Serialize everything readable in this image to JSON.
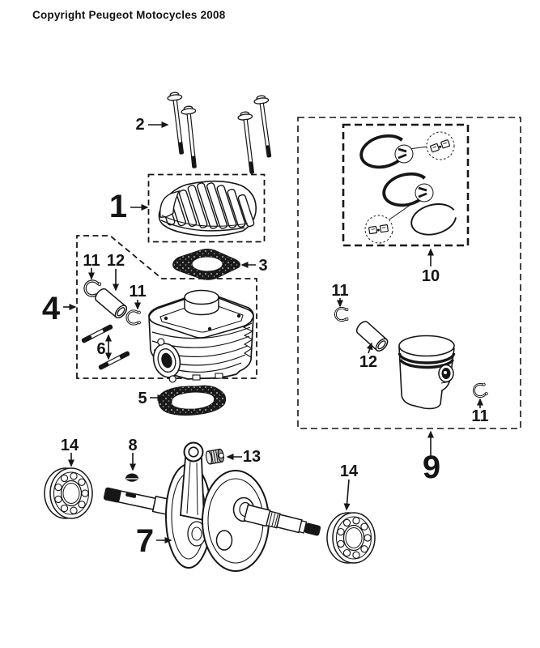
{
  "copyright": "Copyright Peugeot Motocycles 2008",
  "colors": {
    "ink": "#161616",
    "background": "#ffffff"
  },
  "callouts": {
    "cylinder_head": "1",
    "head_studs": "2",
    "head_gasket": "3",
    "cylinder_assembly": "4",
    "base_gasket": "5",
    "cylinder_studs": "6",
    "crankshaft": "7",
    "woodruff_key": "8",
    "piston_assembly": "9",
    "ring_set": "10",
    "circlip_a": "11",
    "circlip_b": "11",
    "circlip_c": "11",
    "circlip_d": "11",
    "piston_pin_a": "12",
    "piston_pin_b": "12",
    "needle_cage": "13",
    "bearing_left": "14",
    "bearing_right": "14"
  }
}
